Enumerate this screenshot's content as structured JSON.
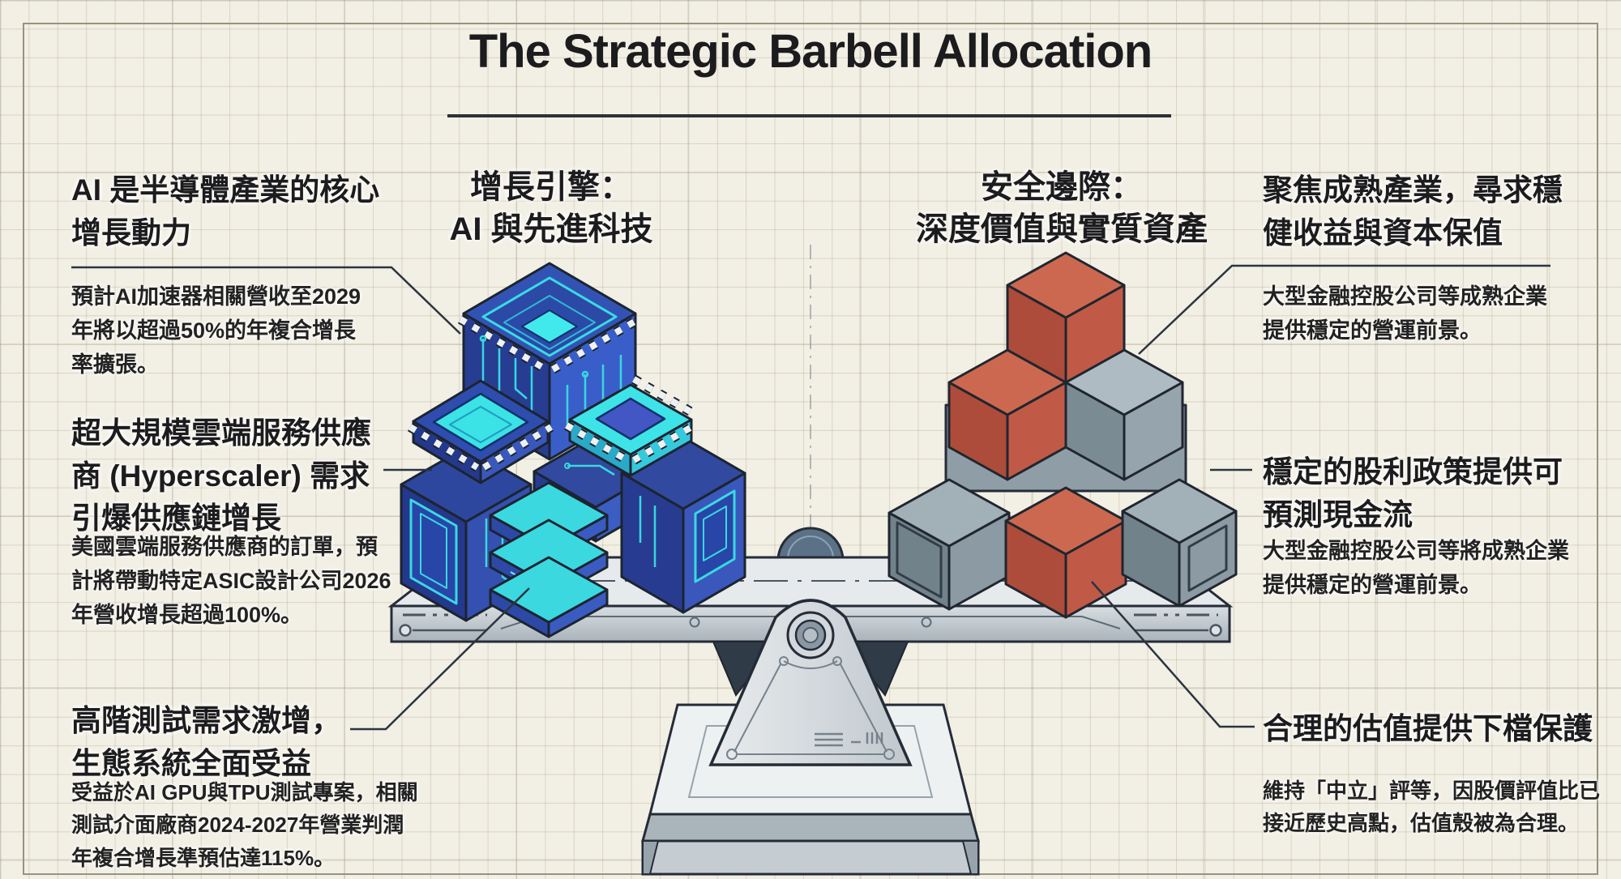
{
  "title": {
    "text": "The Strategic Barbell Allocation"
  },
  "columns": {
    "growth": {
      "heading": "增長引擎：\nAI 與先進科技"
    },
    "safety": {
      "heading": "安全邊際：\n深度價值與實質資產"
    }
  },
  "callouts": {
    "left_top": {
      "heading": "AI 是半導體產業的核心\n增長動力",
      "body": "預計AI加速器相關營收至2029\n年將以超過50%的年複合增長\n率擴張。"
    },
    "left_middle": {
      "heading": "超大規模雲端服務供應\n商 (Hyperscaler) 需求\n引爆供應鏈增長",
      "body": "美國雲端服務供應商的訂單，預\n計將帶動特定ASIC設計公司2026\n年營收增長超過100%。"
    },
    "left_bottom": {
      "heading": "高階測試需求激增，\n生態系統全面受益",
      "body": "受益於AI GPU與TPU測試專案，相關\n測試介面廠商2024-2027年營業判潤\n年複合增長準預估達115%。"
    },
    "right_top": {
      "heading": "聚焦成熟產業，尋求穩\n健收益與資本保值",
      "body": "大型金融控股公司等成熟企業\n提供穩定的營運前景。"
    },
    "right_middle": {
      "heading": "穩定的股利政策提供可\n預測現金流",
      "body": "大型金融控股公司等將成熟企業\n提供穩定的營運前景。"
    },
    "right_bottom": {
      "heading": "合理的估值提供下檔保護",
      "body": "維持「中立」評等，因股價評值比已\n接近歷史高點，估值殼被為合理。"
    }
  },
  "colors": {
    "background": "#f2efe4",
    "grid_line": "#d9d5c5",
    "ink": "#1c1c1e",
    "line": "#2b3440",
    "chip_blue": "#3353b4",
    "chip_blue_dark": "#273d92",
    "chip_cyan": "#3bdce4",
    "cube_red": "#cd6850",
    "cube_red_dark": "#ad4c3a",
    "cube_gray": "#93a2ab",
    "metal_light": "#e6eaec",
    "metal_mid": "#b8c1c7"
  }
}
